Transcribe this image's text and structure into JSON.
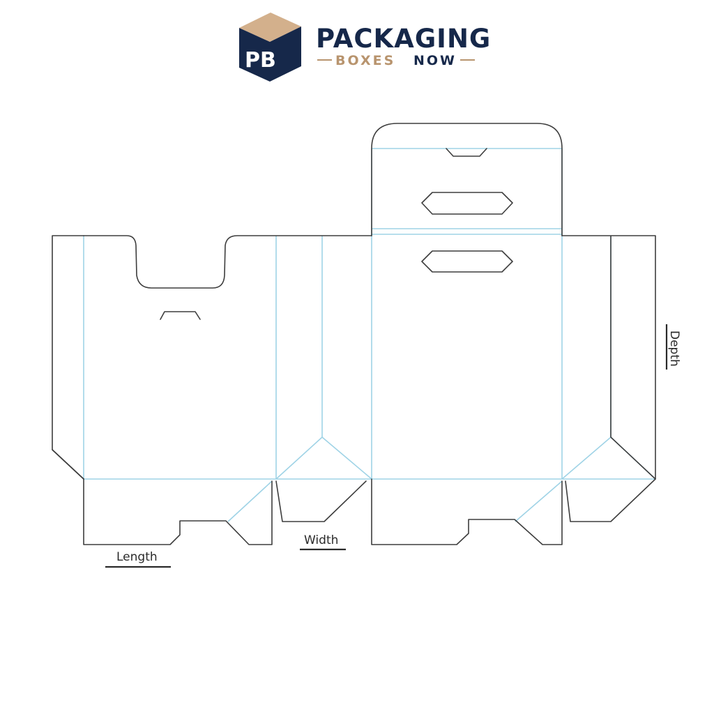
{
  "brand": {
    "name_line1": "PACKAGING",
    "name_line2_a": "BOXES",
    "name_line2_b": "NOW",
    "monogram": "PB",
    "colors": {
      "navy": "#16284a",
      "tan": "#b8946e",
      "tan_light": "#d3b08c"
    }
  },
  "dieline": {
    "dimension_labels": {
      "length": "Length",
      "width": "Width",
      "depth": "Depth"
    },
    "colors": {
      "cut_line": "#3d3d3d",
      "fold_line": "#9fd3e6"
    }
  }
}
